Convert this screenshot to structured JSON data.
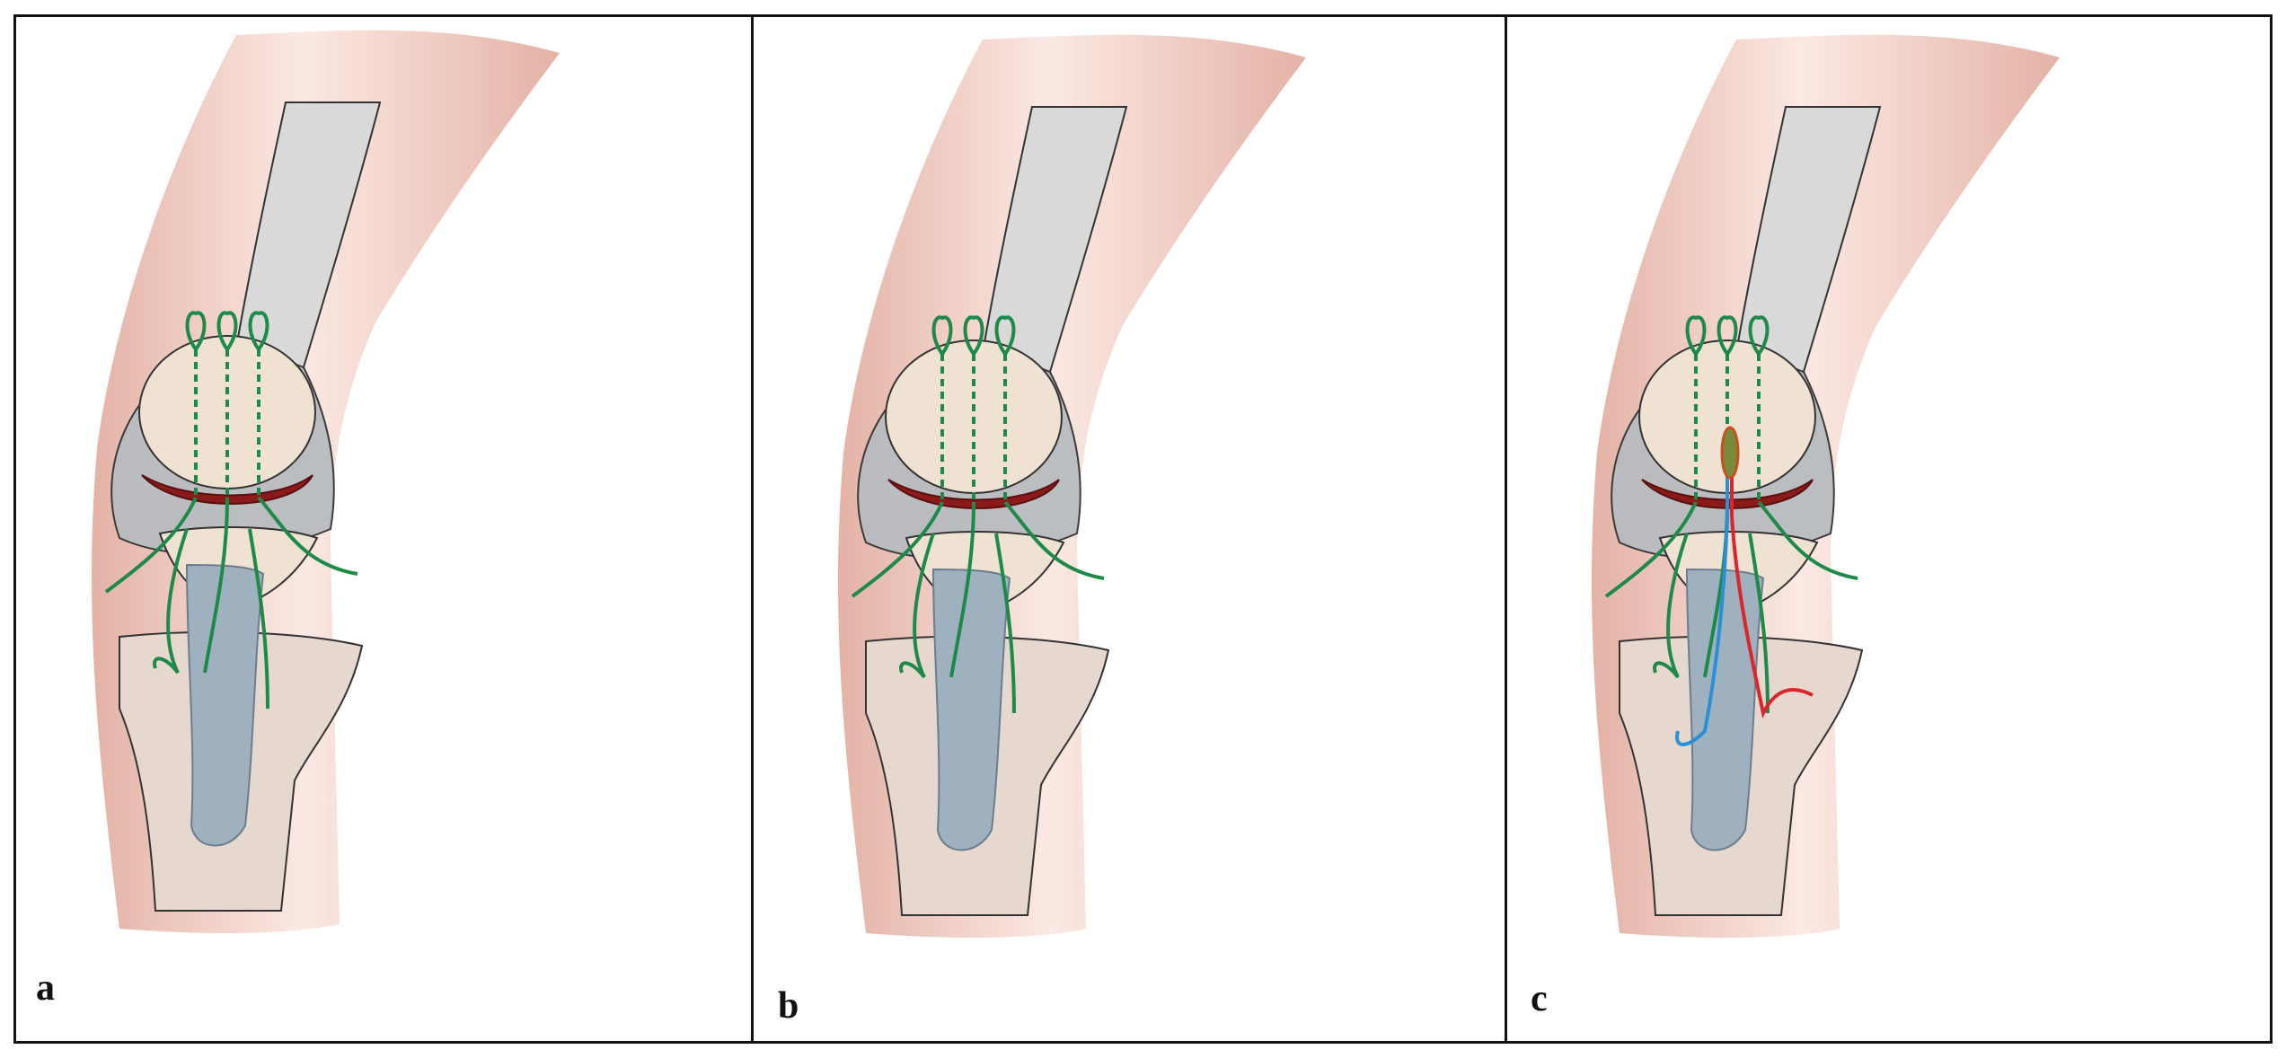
{
  "panels": [
    {
      "label": "a",
      "variant": "a"
    },
    {
      "label": "b",
      "variant": "b"
    },
    {
      "label": "c",
      "variant": "c"
    }
  ],
  "colors": {
    "skin": "#f4d3c9",
    "skin_edge": "#e4b2a6",
    "femur": "#d9d9d9",
    "bone_shadow": "#b8bcc0",
    "patella": "#efe2d2",
    "tendon_red": "#8b1a1a",
    "tibia": "#e6d7cf",
    "tendon_blue": "#9fb0bf",
    "suture_green": "#1e8a4a",
    "suture_blue": "#2b8fd6",
    "suture_red": "#d9262b",
    "outline": "#333333"
  }
}
